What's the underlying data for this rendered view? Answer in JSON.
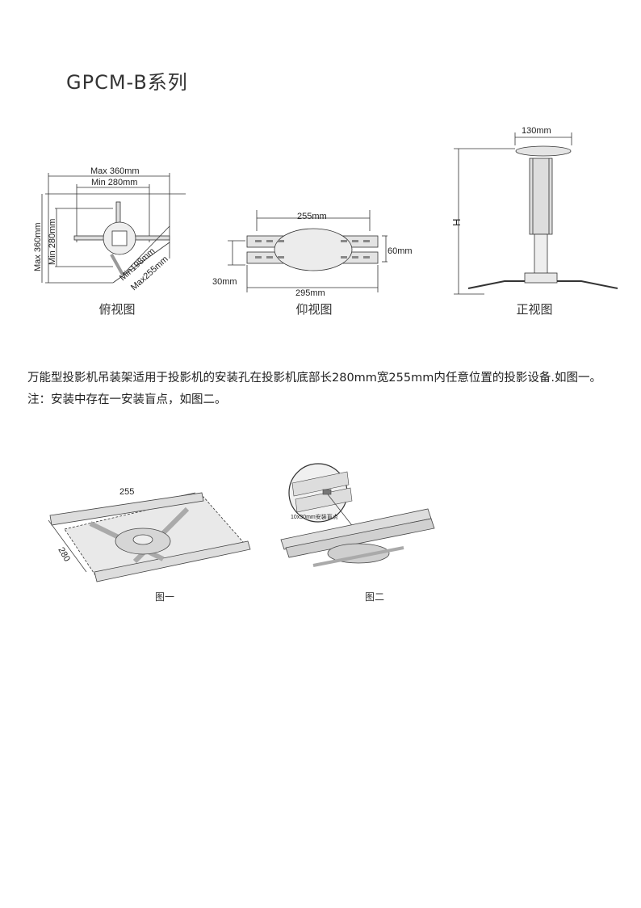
{
  "title": "GPCM-B系列",
  "top_view": {
    "caption": "俯视图",
    "max_width": "Max 360mm",
    "min_width": "Min 280mm",
    "max_height": "Max 360mm",
    "min_height": "Min 280mm",
    "min_diag": "Min198mm",
    "max_diag": "Max255mm"
  },
  "bottom_view": {
    "caption": "仰视图",
    "top_dim": "255mm",
    "right_dim": "60mm",
    "left_dim": "30mm",
    "bottom_dim": "295mm"
  },
  "front_view": {
    "caption": "正视图",
    "top_dim": "130mm",
    "height_label": "H"
  },
  "description": "万能型投影机吊装架适用于投影机的安装孔在投影机底部长280mm宽255mm内任意位置的投影设备.如图一。注：安装中存在一安装盲点，如图二。",
  "figure1": {
    "caption": "图一",
    "dim_width": "255",
    "dim_length": "280"
  },
  "figure2": {
    "caption": "图二",
    "callout": "10x30mm安装盲点"
  }
}
